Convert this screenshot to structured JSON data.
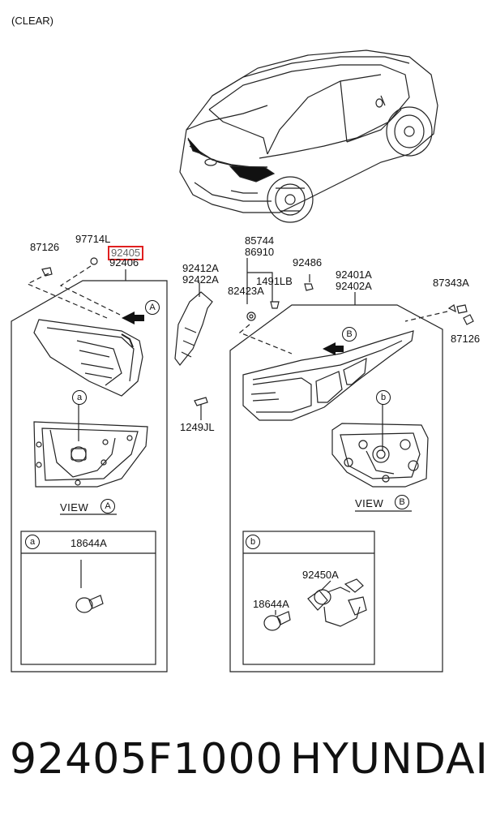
{
  "header_note": "(CLEAR)",
  "highlight_label": "92405",
  "labels": {
    "l87126_left": "87126",
    "l97714L": "97714L",
    "l92406": "92406",
    "l92412A": "92412A",
    "l92422A": "92422A",
    "l85744": "85744",
    "l86910": "86910",
    "l92486": "92486",
    "l92401A": "92401A",
    "l92402A": "92402A",
    "l87343A": "87343A",
    "l82423A": "82423A",
    "l1491LB": "1491LB",
    "l87126_right": "87126",
    "l1249JL": "1249JL",
    "l18644A_a": "18644A",
    "l92450A": "92450A",
    "l18644A_b": "18644A"
  },
  "views": {
    "view_word": "VIEW",
    "view_a_letter": "A",
    "view_b_letter": "B"
  },
  "callouts": {
    "a": "a",
    "b": "b",
    "A": "A",
    "B": "B"
  },
  "footer": {
    "part_number": "92405F1000",
    "brand": "HYUNDAI"
  }
}
